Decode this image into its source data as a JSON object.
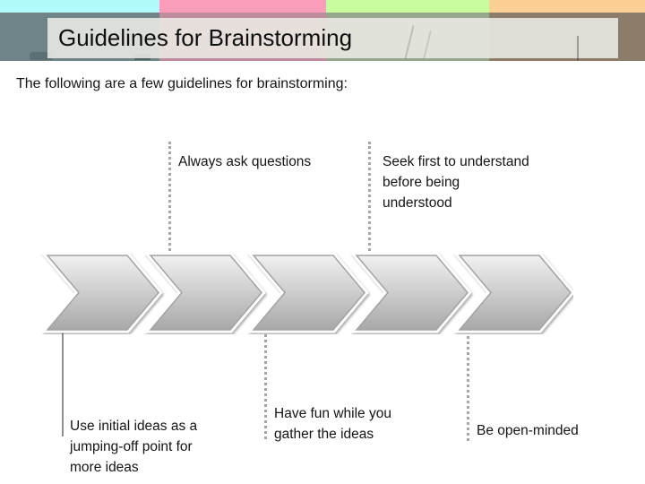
{
  "slide": {
    "title": "Guidelines for Brainstorming",
    "intro": "The following are a few guidelines for brainstorming:"
  },
  "colors": {
    "stripe_cyan": "#b2fbfc",
    "stripe_pink": "#fa9dbb",
    "stripe_green": "#c9fc9d",
    "stripe_orange": "#fcd094",
    "band_slate": "#6e8487",
    "band_rose": "#bf8c9d",
    "band_sage": "#97a78c",
    "band_tan": "#8b7d6a",
    "chevron_top": "#f1f1f1",
    "chevron_bottom": "#a8a8a8",
    "chevron_stroke": "#a3a3a3",
    "connector_gray": "#a6a6a6",
    "text": "#141414"
  },
  "diagram": {
    "type": "chevron-process",
    "chevron_count": 5,
    "labels": [
      {
        "id": "always-ask-questions",
        "position": "top",
        "chevron": 2,
        "lines": [
          "Always ask questions"
        ]
      },
      {
        "id": "seek-first-to-understand",
        "position": "top",
        "chevron": 4,
        "lines": [
          "Seek first to understand",
          "before being",
          "understood"
        ]
      },
      {
        "id": "use-initial-ideas",
        "position": "bottom",
        "chevron": 1,
        "lines": [
          "Use initial ideas as a",
          "jumping-off point for",
          "more ideas"
        ]
      },
      {
        "id": "have-fun",
        "position": "bottom",
        "chevron": 3,
        "lines": [
          "Have fun while you",
          "gather the ideas"
        ]
      },
      {
        "id": "be-open-minded",
        "position": "bottom",
        "chevron": 5,
        "lines": [
          "Be open-minded"
        ]
      }
    ]
  }
}
